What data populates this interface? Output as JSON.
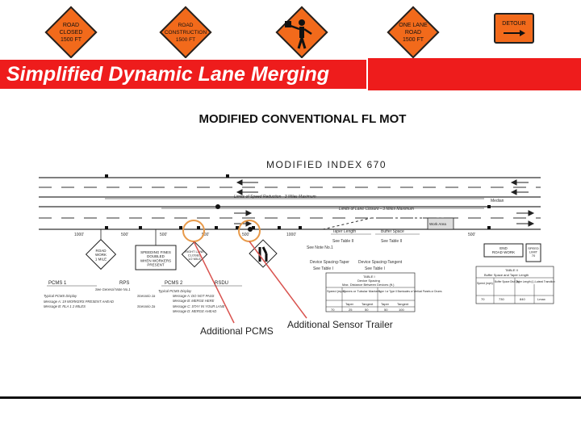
{
  "signs": {
    "road_closed": "ROAD\nCLOSED\n1500 FT",
    "road_construction": "ROAD\nCONSTRUCTION\n1500 FT",
    "one_lane_road": "ONE LANE\nROAD\n1500 FT",
    "detour": "DETOUR"
  },
  "title": "Simplified Dynamic Lane Merging",
  "subtitle": "MODIFIED CONVENTIONAL FL MOT",
  "diagram": {
    "heading": "MODIFIED INDEX 670",
    "limits_speed": "Limits of Speed Reduction - 3 Miles Maximum",
    "limits_lane": "Limits of Lane Closure - 3 Miles Maximum",
    "taper_length": "Taper Length",
    "buffer_space": "Buffer Space",
    "see_table": "See Table II",
    "device_spacing_taper": "Device Spacing-Taper",
    "device_spacing_tangent": "Device Spacing-Tangent",
    "see_table_i": "See Table I",
    "median": "Median",
    "work_area": "Work Area",
    "dist_1000_a": "1000'",
    "dist_500_a": "500'",
    "dist_500_b": "500'",
    "dist_500_c": "500'",
    "dist_500_d": "500'",
    "dist_1000_b": "1000'",
    "dist_500_e": "500'",
    "sign_road_work": "ROAD\nWORK\n1 MILE",
    "sign_speeding": "SPEEDING FINES\nDOUBLED\nWHEN WORKERS\nPRESENT",
    "sign_right_lane": "RIGHT LANE\nCLOSED\n1/2 MILE",
    "sign_end": "END\nROAD WORK",
    "sign_speed_limit": "SPEED\nLIMIT\n70",
    "pcms_1": "PCMS 1",
    "rps": "RPS",
    "pcms_2": "PCMS 2",
    "rsdu": "RSDU",
    "see_general_note": "See General Note No.1",
    "typical_pcms_display": "Typical PCMS Display",
    "typical_pcms_display_2": "Typical PCMS Display",
    "msg_a1": "Message A: 19 WORKERS PRESENT AHEAD",
    "msg_b1": "Message B: RLA 1  2 MILES",
    "msg_a2": "Message A: DO NOT PASS",
    "msg_b2": "Message B: MERGE HERE",
    "msg_c2": "Message C: STAY IN YOUR LANE",
    "msg_d2": "Message D: MERGE AHEAD",
    "scenario_1a": "Scenario 1a",
    "scenario_2a": "Scenario 2a",
    "see_note": "See Note No.1",
    "table_i_title": "TABLE I",
    "table_i_sub1": "Device Spacing",
    "table_i_sub2": "Max. Distance Between Devices (ft.)",
    "table_i_headers": [
      "Speed (mph)",
      "Cones or Tubular Markers",
      "Type I or Type II Barricades or Vertical Panels or Drums"
    ],
    "table_i_subheaders": [
      "Taper",
      "Tangent",
      "Taper",
      "Tangent"
    ],
    "table_i_row": [
      "70",
      "25",
      "50",
      "50",
      "100"
    ],
    "table_ii_title": "TABLE II",
    "table_ii_sub": "Buffer Space and Taper Length",
    "table_ii_headers": [
      "Speed (mph)",
      "Buffer Space Dist. (ft.)",
      "Taper Length (L) Lateral Transition"
    ],
    "table_ii_row": [
      "70",
      "730",
      "840",
      "Lmax"
    ],
    "label_pcms": "Additional PCMS",
    "label_sensor": "Additional Sensor Trailer"
  },
  "colors": {
    "accent_red": "#ee1c1c",
    "sign_orange": "#f26a1b",
    "highlight_circle": "#e89a4a",
    "callout_line": "#d9534f"
  }
}
